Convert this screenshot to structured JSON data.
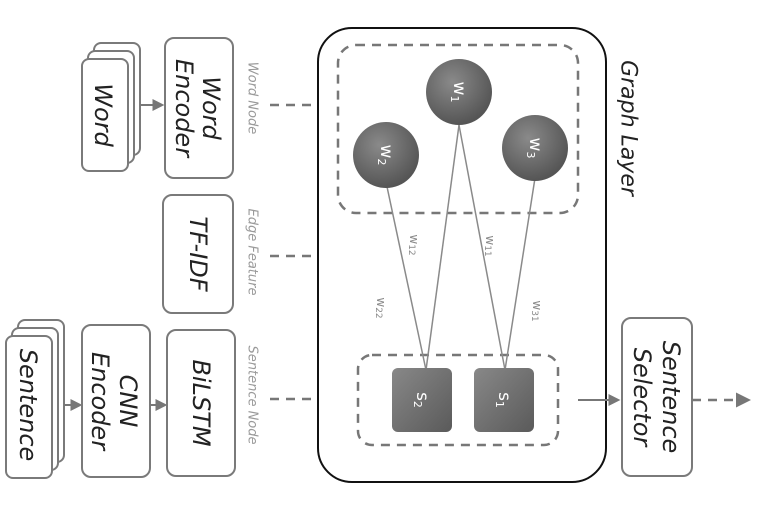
{
  "inputs": {
    "word": "Word",
    "sentence": "Sentence"
  },
  "modules": {
    "word_encoder_line1": "Word",
    "word_encoder_line2": "Encoder",
    "tfidf": "TF-IDF",
    "cnn_encoder_line1": "CNN",
    "cnn_encoder_line2": "Encoder",
    "bilstm": "BiLSTM",
    "selector_line1": "Sentence",
    "selector_line2": "Selector"
  },
  "connection_labels": {
    "word_node": "Word Node",
    "edge_feature": "Edge Feature",
    "sentence_node": "Sentence Node"
  },
  "graph": {
    "title": "Graph Layer",
    "word_nodes": [
      {
        "base": "w",
        "sub": "1"
      },
      {
        "base": "w",
        "sub": "2"
      },
      {
        "base": "w",
        "sub": "3"
      }
    ],
    "sentence_nodes": [
      {
        "base": "s",
        "sub": "1"
      },
      {
        "base": "s",
        "sub": "2"
      }
    ],
    "edge_weights": [
      {
        "base": "w",
        "sub": "12"
      },
      {
        "base": "w",
        "sub": "11"
      },
      {
        "base": "w",
        "sub": "22"
      },
      {
        "base": "w",
        "sub": "31"
      }
    ]
  },
  "colors": {
    "node_fill": "#666666",
    "stroke": "#7a7a7a",
    "text": "#222222"
  }
}
